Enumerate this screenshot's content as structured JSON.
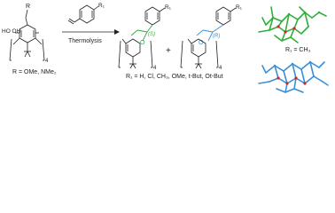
{
  "scheme": {
    "reactant_substituent": "R",
    "reactant_r_definition": "R = OMe, NMe₂",
    "reactant_hydroxyls": "HO  OH",
    "reactant_repeat": "4",
    "styrene_substituent": "R₁",
    "arrow_label": "Thermolysis",
    "plus": "+",
    "product_s_substituent": "R₁",
    "product_s_stereo": "(S)",
    "product_s_oxygen": "O",
    "product_s_repeat": "4",
    "product_r_substituent": "R₁",
    "product_r_stereo": "(R)",
    "product_r_oxygen": "O",
    "product_r_repeat": "4",
    "r1_definition": "R₁ = H, Cl, CH₃, OMe, t-But, Ot-But",
    "crystal_label": "R₁ = CH₃",
    "colors": {
      "bonds": "#222222",
      "s_enantiomer": "#2fae3a",
      "r_enantiomer": "#3a8fd8",
      "crystal_green": "#2fae3a",
      "crystal_blue": "#3a8fd8"
    }
  }
}
